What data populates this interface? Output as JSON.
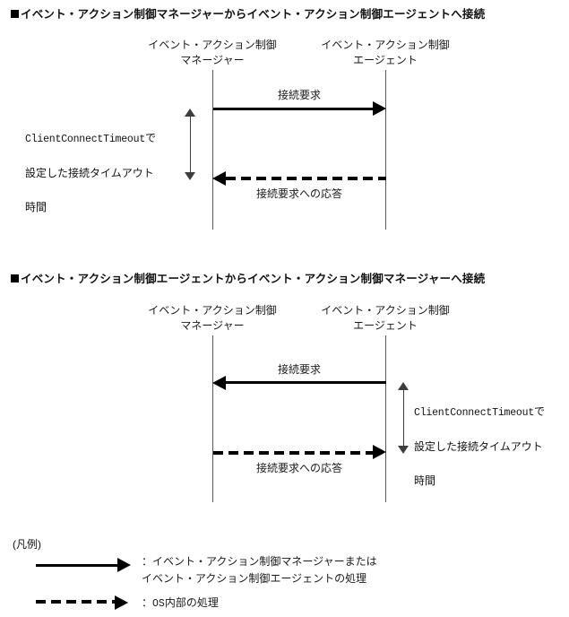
{
  "document": {
    "type": "sequence-diagram-figure",
    "language": "ja",
    "colors": {
      "ink": "#000000",
      "lifeline": "#5a5a5a",
      "bracket": "#3d3d3d",
      "background": "#ffffff"
    }
  },
  "sections": [
    {
      "id": "manager-to-agent",
      "heading": "イベント・アクション制御マネージャーからイベント・アクション制御エージェントへ接続",
      "participants": [
        {
          "id": "manager",
          "line1": "イベント・アクション制御",
          "line2": "マネージャー"
        },
        {
          "id": "agent",
          "line1": "イベント・アクション制御",
          "line2": "エージェント"
        }
      ],
      "messages": [
        {
          "id": "connect-request",
          "label": "接続要求",
          "style": "solid",
          "direction": "right",
          "label_position": "above"
        },
        {
          "id": "connect-response",
          "label": "接続要求への応答",
          "style": "dashed",
          "direction": "left",
          "label_position": "below"
        }
      ],
      "timeout_annotation": {
        "side": "left",
        "text": "ClientConnectTimeoutで\n設定した接続タイムアウト\n時間",
        "mono_term": "ClientConnectTimeout",
        "line1_suffix": "で",
        "line2": "設定した接続タイムアウト",
        "line3": "時間"
      }
    },
    {
      "id": "agent-to-manager",
      "heading": "イベント・アクション制御エージェントからイベント・アクション制御マネージャーへ接続",
      "participants": [
        {
          "id": "manager",
          "line1": "イベント・アクション制御",
          "line2": "マネージャー"
        },
        {
          "id": "agent",
          "line1": "イベント・アクション制御",
          "line2": "エージェント"
        }
      ],
      "messages": [
        {
          "id": "connect-request",
          "label": "接続要求",
          "style": "solid",
          "direction": "left",
          "label_position": "above"
        },
        {
          "id": "connect-response",
          "label": "接続要求への応答",
          "style": "dashed",
          "direction": "right",
          "label_position": "below"
        }
      ],
      "timeout_annotation": {
        "side": "right",
        "text": "ClientConnectTimeoutで\n設定した接続タイムアウト\n時間",
        "mono_term": "ClientConnectTimeout",
        "line1_suffix": "で",
        "line2": "設定した接続タイムアウト",
        "line3": "時間"
      }
    }
  ],
  "legend": {
    "title": "(凡例)",
    "entries": [
      {
        "id": "solid-arrow",
        "style": "solid",
        "colon": "：",
        "text": "イベント・アクション制御マネージャーまたは\nイベント・アクション制御エージェントの処理"
      },
      {
        "id": "dashed-arrow",
        "style": "dashed",
        "colon": "：",
        "text_mono": "OS",
        "text": "OS内部の処理",
        "text_rest": "内部の処理"
      }
    ]
  }
}
